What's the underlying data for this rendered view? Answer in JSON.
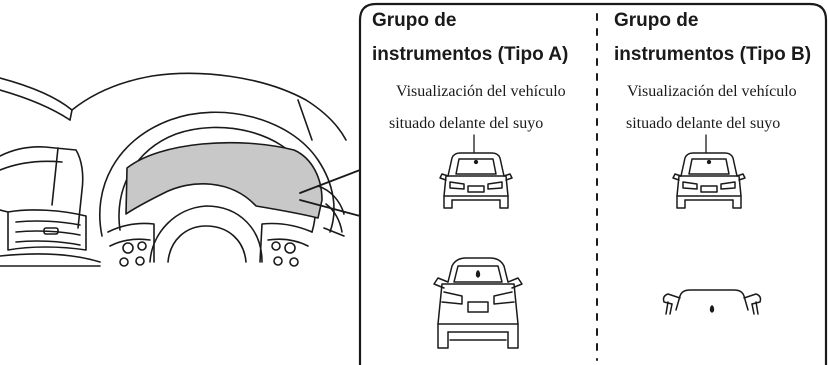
{
  "panel_a": {
    "title_line1": "Grupo de",
    "title_line2": "instrumentos (Tipo A)",
    "caption_line1": "Visualización del vehículo",
    "caption_line2": "situado delante del suyo"
  },
  "panel_b": {
    "title_line1": "Grupo de",
    "title_line2": "instrumentos (Tipo B)",
    "caption_line1": "Visualización del vehículo",
    "caption_line2": "situado delante del suyo"
  },
  "colors": {
    "line": "#1a1a1a",
    "cluster_highlight": "#c8c8c8",
    "background": "#ffffff"
  },
  "icons": [
    "dashboard-illustration",
    "car-rear-small-icon",
    "car-rear-large-icon",
    "car-rear-wide-icon"
  ]
}
